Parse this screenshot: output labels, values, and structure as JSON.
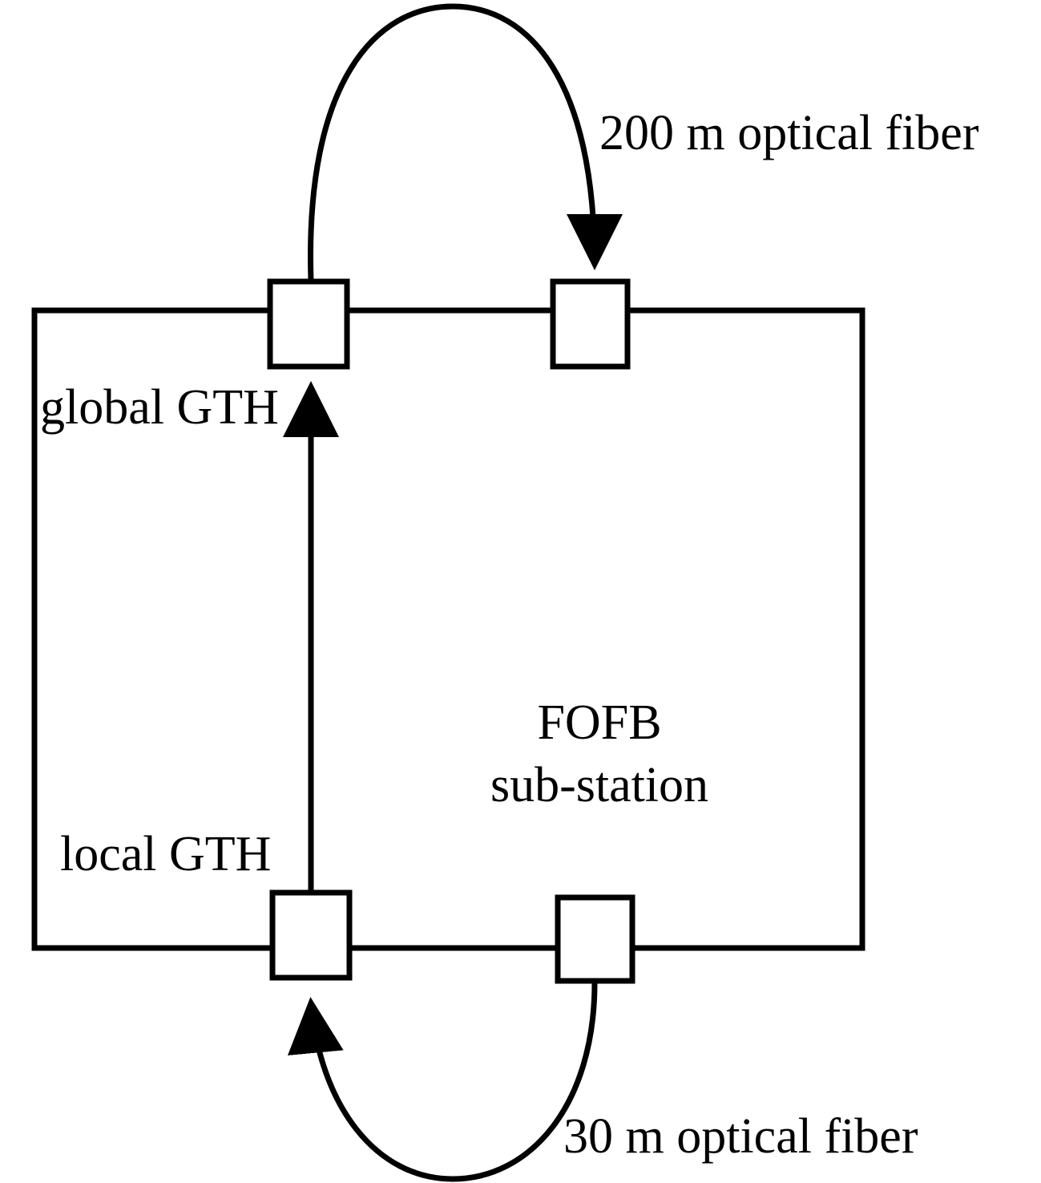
{
  "labels": {
    "top_fiber": "200 m optical fiber",
    "bottom_fiber": "30 m optical fiber",
    "global_gth": "global GTH",
    "local_gth": "local GTH",
    "station_line1": "FOFB",
    "station_line2": "sub-station"
  },
  "colors": {
    "stroke": "#000000",
    "background": "#ffffff"
  }
}
